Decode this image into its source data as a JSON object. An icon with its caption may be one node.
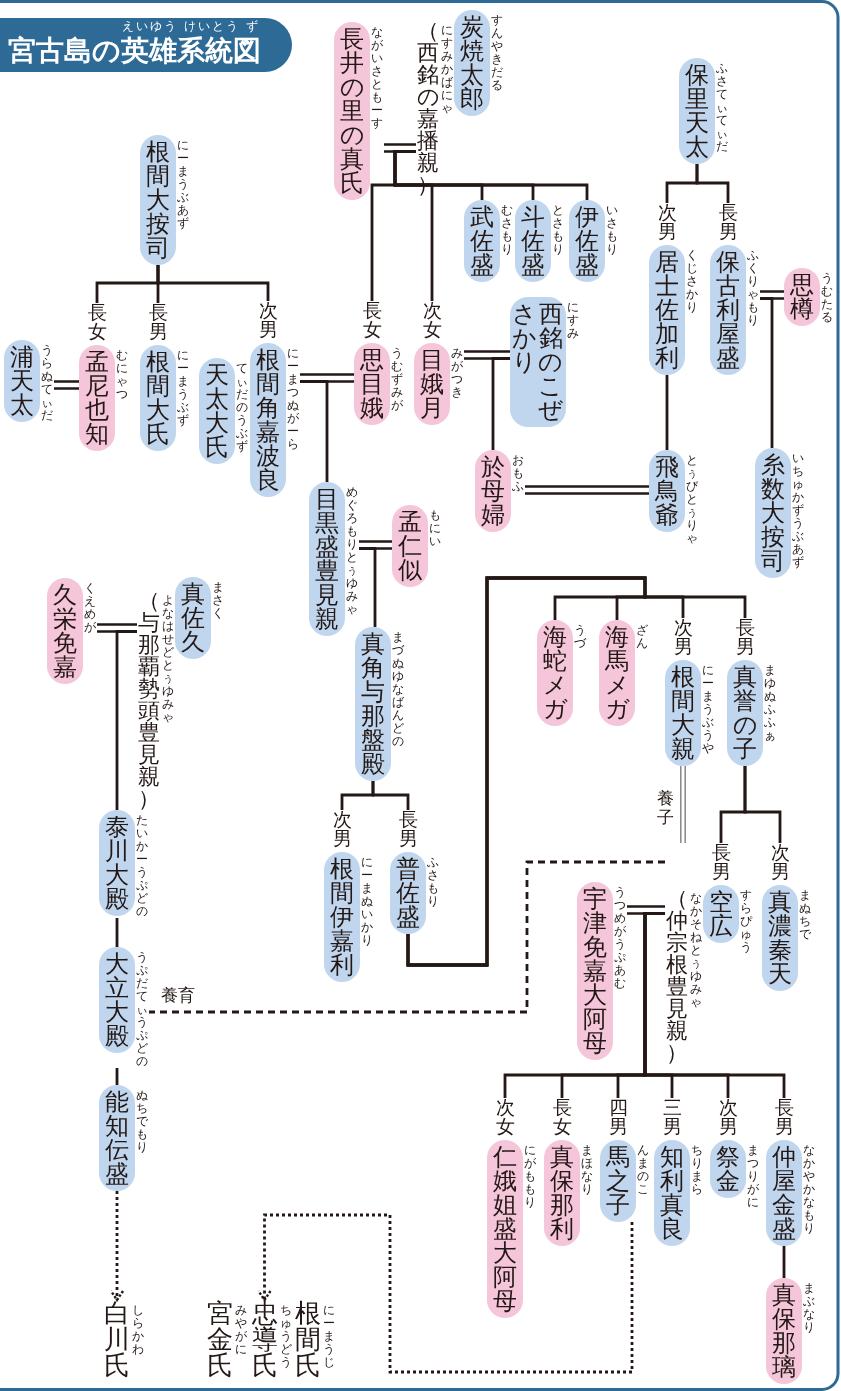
{
  "diagram": {
    "title": "宮古島の英雄系統図",
    "nodes": [
      {
        "text": [
          "長井の里の真氏"
        ],
        "beside": [
          "ながいさともーす"
        ]
      },
      {
        "text": [
          "（西銘の嘉播親）",
          "炭焼太郎"
        ],
        "beside": [
          "にすみかばにゃ",
          "すんやきだる"
        ]
      },
      {
        "text": [
          "保里天太"
        ],
        "beside": [
          "ふさてぃてぃだ"
        ]
      },
      {
        "text": [
          "根間大按司"
        ],
        "beside": [
          "にーまうぶあず"
        ]
      },
      {
        "text": [
          "武佐盛"
        ],
        "beside": [
          "むさもり"
        ]
      },
      {
        "text": [
          "斗佐盛"
        ],
        "beside": [
          "とさもり"
        ]
      },
      {
        "text": [
          "伊佐盛"
        ],
        "beside": [
          "いさもり"
        ]
      },
      {
        "text": [
          "居士佐加利"
        ],
        "beside": [
          "次男",
          "くじさかり"
        ]
      },
      {
        "text": [
          "保古利屋盛"
        ],
        "beside": [
          "長男",
          "ふくりゃもり"
        ]
      },
      {
        "text": [
          "思樽"
        ],
        "beside": [
          "うむたる"
        ]
      },
      {
        "text": [
          "浦天太"
        ],
        "beside": [
          "うらぬてぃだ"
        ]
      },
      {
        "text": [
          "孟尼也知"
        ],
        "beside": [
          "長女",
          "むにゃつ"
        ]
      },
      {
        "text": [
          "根間大氏"
        ],
        "beside": [
          "長男",
          "にーまうぶず"
        ]
      },
      {
        "text": [
          "天太大氏"
        ],
        "beside": [
          "てぃだのうぶず"
        ]
      },
      {
        "text": [
          "根間角嘉波良"
        ],
        "beside": [
          "次男",
          "にーまつぬがーら"
        ]
      },
      {
        "text": [
          "思目娥"
        ],
        "beside": [
          "長女",
          "うむずみが"
        ]
      },
      {
        "text": [
          "目娥月"
        ],
        "beside": [
          "次女",
          "みがつき"
        ]
      },
      {
        "text": [
          "西銘のこぜさかり"
        ],
        "beside": [
          "にすみ"
        ]
      },
      {
        "text": [
          "於母婦"
        ],
        "beside": [
          "おもふ"
        ]
      },
      {
        "text": [
          "飛鳥爺"
        ],
        "beside": [
          "とぅびとぅりゃ"
        ]
      },
      {
        "text": [
          "糸数大按司"
        ],
        "beside": [
          "いちゅかずうぶあず"
        ]
      },
      {
        "text": [
          "目黒盛豊見親"
        ],
        "beside": [
          "めぐろもりとぅゆみゃ"
        ]
      },
      {
        "text": [
          "孟仁似"
        ],
        "beside": [
          "もにい"
        ]
      },
      {
        "text": [
          "久栄免嘉"
        ],
        "beside": [
          "くえめが"
        ]
      },
      {
        "text": [
          "（与那覇勢頭豊見親）",
          "真佐久"
        ],
        "beside": [
          "よなはせどとぅゆみゃ",
          "まさく"
        ]
      },
      {
        "text": [
          "真角与那盤殿"
        ],
        "beside": [
          "まづぬゆなばんどの"
        ]
      },
      {
        "text": [
          "海蛇メガ"
        ],
        "beside": [
          "うづ"
        ]
      },
      {
        "text": [
          "海馬メガ"
        ],
        "beside": [
          "ざん"
        ]
      },
      {
        "text": [
          "根間大親"
        ],
        "beside": [
          "次男",
          "にーまうぶうや"
        ]
      },
      {
        "text": [
          "真誉の子"
        ],
        "beside": [
          "長男",
          "まゆぬふふぁ"
        ]
      },
      {
        "text": [
          "泰川大殿"
        ],
        "beside": [
          "たいかーうぷどの"
        ]
      },
      {
        "text": [
          "根間伊嘉利"
        ],
        "beside": [
          "次男",
          "にーまぬいかり"
        ]
      },
      {
        "text": [
          "普佐盛"
        ],
        "beside": [
          "長男",
          "ふさもり"
        ]
      },
      {
        "text": [
          "（仲宗根豊見親）",
          "空広"
        ],
        "beside": [
          "長男",
          "なかそねとぅゆみゃ",
          "すらぴゅう"
        ]
      },
      {
        "text": [
          "真濃秦天"
        ],
        "beside": [
          "次男",
          "まぬちで"
        ]
      },
      {
        "text": [
          "宇津免嘉大阿母"
        ],
        "beside": [
          "うつめがうぷあむ"
        ]
      },
      {
        "text": [
          "大立大殿"
        ],
        "beside": [
          "うぷだてぃうぷどの"
        ]
      },
      {
        "text": [
          "能知伝盛"
        ],
        "beside": [
          "ぬちでもり"
        ]
      },
      {
        "text": [
          "白川氏"
        ],
        "beside": [
          "しらかわ"
        ]
      },
      {
        "text": [
          "根間氏"
        ],
        "beside": [
          "にーまうじ"
        ]
      },
      {
        "text": [
          "忠導氏"
        ],
        "beside": [
          "ちゅうどう"
        ]
      },
      {
        "text": [
          "宮金氏"
        ],
        "beside": [
          "みやがに"
        ]
      },
      {
        "text": [
          "仁娥姐盛大阿母"
        ],
        "beside": [
          "次女",
          "にがももり"
        ]
      },
      {
        "text": [
          "真保那利"
        ],
        "beside": [
          "長女",
          "まほなり"
        ]
      },
      {
        "text": [
          "馬之子"
        ],
        "beside": [
          "四男",
          "んまのこ"
        ]
      },
      {
        "text": [
          "知利真良"
        ],
        "beside": [
          "三男",
          "ちりまら"
        ]
      },
      {
        "text": [
          "祭金"
        ],
        "beside": [
          "次男",
          "まつりがに"
        ]
      },
      {
        "text": [
          "仲屋金盛"
        ],
        "beside": [
          "長男",
          "なかやかなもり"
        ]
      },
      {
        "text": [
          "真保那璃"
        ],
        "beside": [
          "まぶなり"
        ]
      }
    ],
    "edges": [
      {
        "from": 0,
        "to": 1,
        "arrow": "none"
      },
      {
        "from": 1,
        "to": 15,
        "arrow": "none"
      },
      {
        "from": 1,
        "to": 16,
        "arrow": "none"
      },
      {
        "from": 1,
        "to": 4,
        "arrow": "none"
      },
      {
        "from": 1,
        "to": 5,
        "arrow": "none"
      },
      {
        "from": 1,
        "to": 6,
        "arrow": "none"
      },
      {
        "from": 8,
        "to": 9,
        "arrow": "none"
      },
      {
        "from": 8,
        "to": 20,
        "arrow": "none"
      },
      {
        "from": 2,
        "to": 7,
        "arrow": "none"
      },
      {
        "from": 2,
        "to": 8,
        "arrow": "none"
      },
      {
        "from": 3,
        "to": 11,
        "arrow": "none"
      },
      {
        "from": 3,
        "to": 12,
        "arrow": "none"
      },
      {
        "from": 3,
        "to": 14,
        "arrow": "none"
      },
      {
        "from": 10,
        "to": 11,
        "arrow": "none"
      },
      {
        "from": 14,
        "to": 15,
        "arrow": "none"
      },
      {
        "from": 14,
        "to": 21,
        "arrow": "none"
      },
      {
        "from": 16,
        "to": 17,
        "arrow": "none"
      },
      {
        "from": 17,
        "to": 18,
        "arrow": "none"
      },
      {
        "from": 18,
        "to": 19,
        "arrow": "none"
      },
      {
        "from": 7,
        "to": 19,
        "arrow": "none"
      },
      {
        "from": 21,
        "to": 22,
        "arrow": "none"
      },
      {
        "from": 21,
        "to": 25,
        "arrow": "none"
      },
      {
        "from": 25,
        "to": 31,
        "arrow": "none"
      },
      {
        "from": 25,
        "to": 32,
        "arrow": "none"
      },
      {
        "from": 32,
        "to": 26,
        "arrow": "none"
      },
      {
        "from": 32,
        "to": 27,
        "arrow": "none"
      },
      {
        "from": 32,
        "to": 28,
        "arrow": "none"
      },
      {
        "from": 32,
        "to": 29,
        "arrow": "none"
      },
      {
        "from": 29,
        "to": 33,
        "arrow": "none"
      },
      {
        "from": 29,
        "to": 34,
        "arrow": "none"
      },
      {
        "from": 28,
        "to": 33,
        "arrow": "none",
        "label": "養子",
        "color": "#808080"
      },
      {
        "from": 35,
        "to": 33,
        "arrow": "none"
      },
      {
        "from": 33,
        "to": 42,
        "arrow": "none"
      },
      {
        "from": 33,
        "to": 43,
        "arrow": "none"
      },
      {
        "from": 33,
        "to": 44,
        "arrow": "none"
      },
      {
        "from": 33,
        "to": 45,
        "arrow": "none"
      },
      {
        "from": 33,
        "to": 46,
        "arrow": "none"
      },
      {
        "from": 33,
        "to": 47,
        "arrow": "none"
      },
      {
        "from": 47,
        "to": 48,
        "arrow": "none"
      },
      {
        "from": 23,
        "to": 24,
        "arrow": "none"
      },
      {
        "from": 24,
        "to": 30,
        "arrow": "none"
      },
      {
        "from": 30,
        "to": 36,
        "arrow": "none"
      },
      {
        "from": 36,
        "to": 37,
        "arrow": "none"
      },
      {
        "from": 33,
        "to": 36,
        "arrow": "none",
        "label": "養育",
        "style": "dashed"
      },
      {
        "from": 37,
        "to": 38,
        "arrow": "to",
        "style": "dashed"
      },
      {
        "from": 44,
        "to": 40,
        "arrow": "to",
        "style": "dashed"
      }
    ],
    "labels": [
      "えいゆう けいとう ず"
    ]
  }
}
